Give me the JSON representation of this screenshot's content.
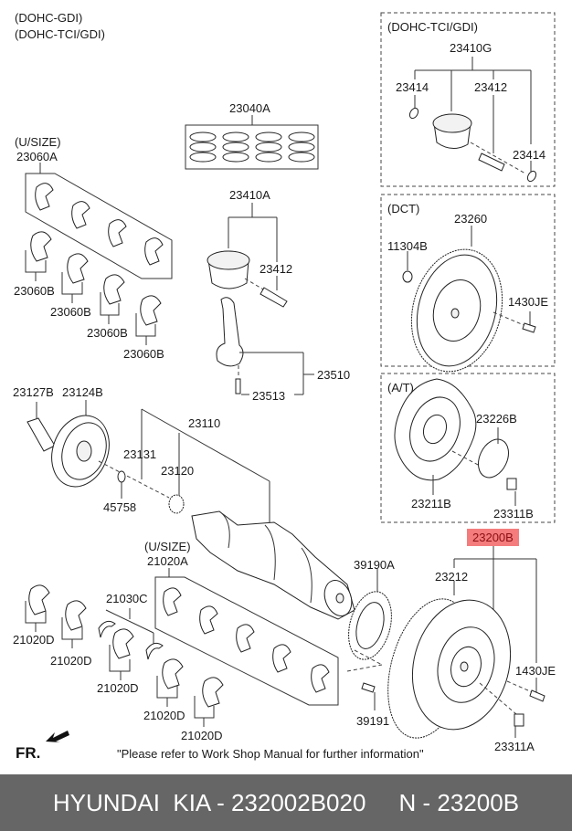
{
  "header": {
    "variants": [
      "(DOHC-GDI)",
      "(DOHC-TCI/GDI)"
    ]
  },
  "groups": {
    "tci_gdi": {
      "title": "(DOHC-TCI/GDI)",
      "parts": [
        "23410G",
        "23414",
        "23412",
        "23414"
      ]
    },
    "dct": {
      "title": "(DCT)",
      "parts": [
        "23260",
        "11304B",
        "1430JE"
      ]
    },
    "at": {
      "title": "(A/T)",
      "parts": [
        "23226B",
        "23211B",
        "23311B"
      ]
    }
  },
  "labels": {
    "rings": "23040A",
    "usize_top": "(U/SIZE)",
    "bearing_set_top": "23060A",
    "bearing_b1": "23060B",
    "bearing_b2": "23060B",
    "bearing_b3": "23060B",
    "bearing_b4": "23060B",
    "piston": "23410A",
    "piston_pin": "23412",
    "conrod": "23510",
    "conrod_bolt": "23513",
    "pulley_bolt": "23127B",
    "pulley": "23124B",
    "crankshaft": "23110",
    "key": "23131",
    "sprocket": "23120",
    "washer": "45758",
    "usize_bottom": "(U/SIZE)",
    "main_bearing_set": "21020A",
    "thrust_washer": "21030C",
    "main_d1": "21020D",
    "main_d2": "21020D",
    "main_d3": "21020D",
    "main_d4": "21020D",
    "main_d5": "21020D",
    "reluctor": "39190A",
    "reluctor_bolt": "39191",
    "flywheel_assy": "23200B",
    "ring_gear": "23212",
    "dowel": "1430JE",
    "flywheel_bolt": "23311A"
  },
  "highlight": {
    "part": "23200B",
    "color": "#f47c7c",
    "text_color": "#8b0f14"
  },
  "orientation": "FR.",
  "note": "\"Please refer to Work Shop Manual for further information\"",
  "footer": {
    "brand": "HYUNDAI  KIA",
    "part_number": "232002B020",
    "ref": "23200B",
    "text": "HYUNDAI  KIA - 232002B020     N - 23200B"
  }
}
